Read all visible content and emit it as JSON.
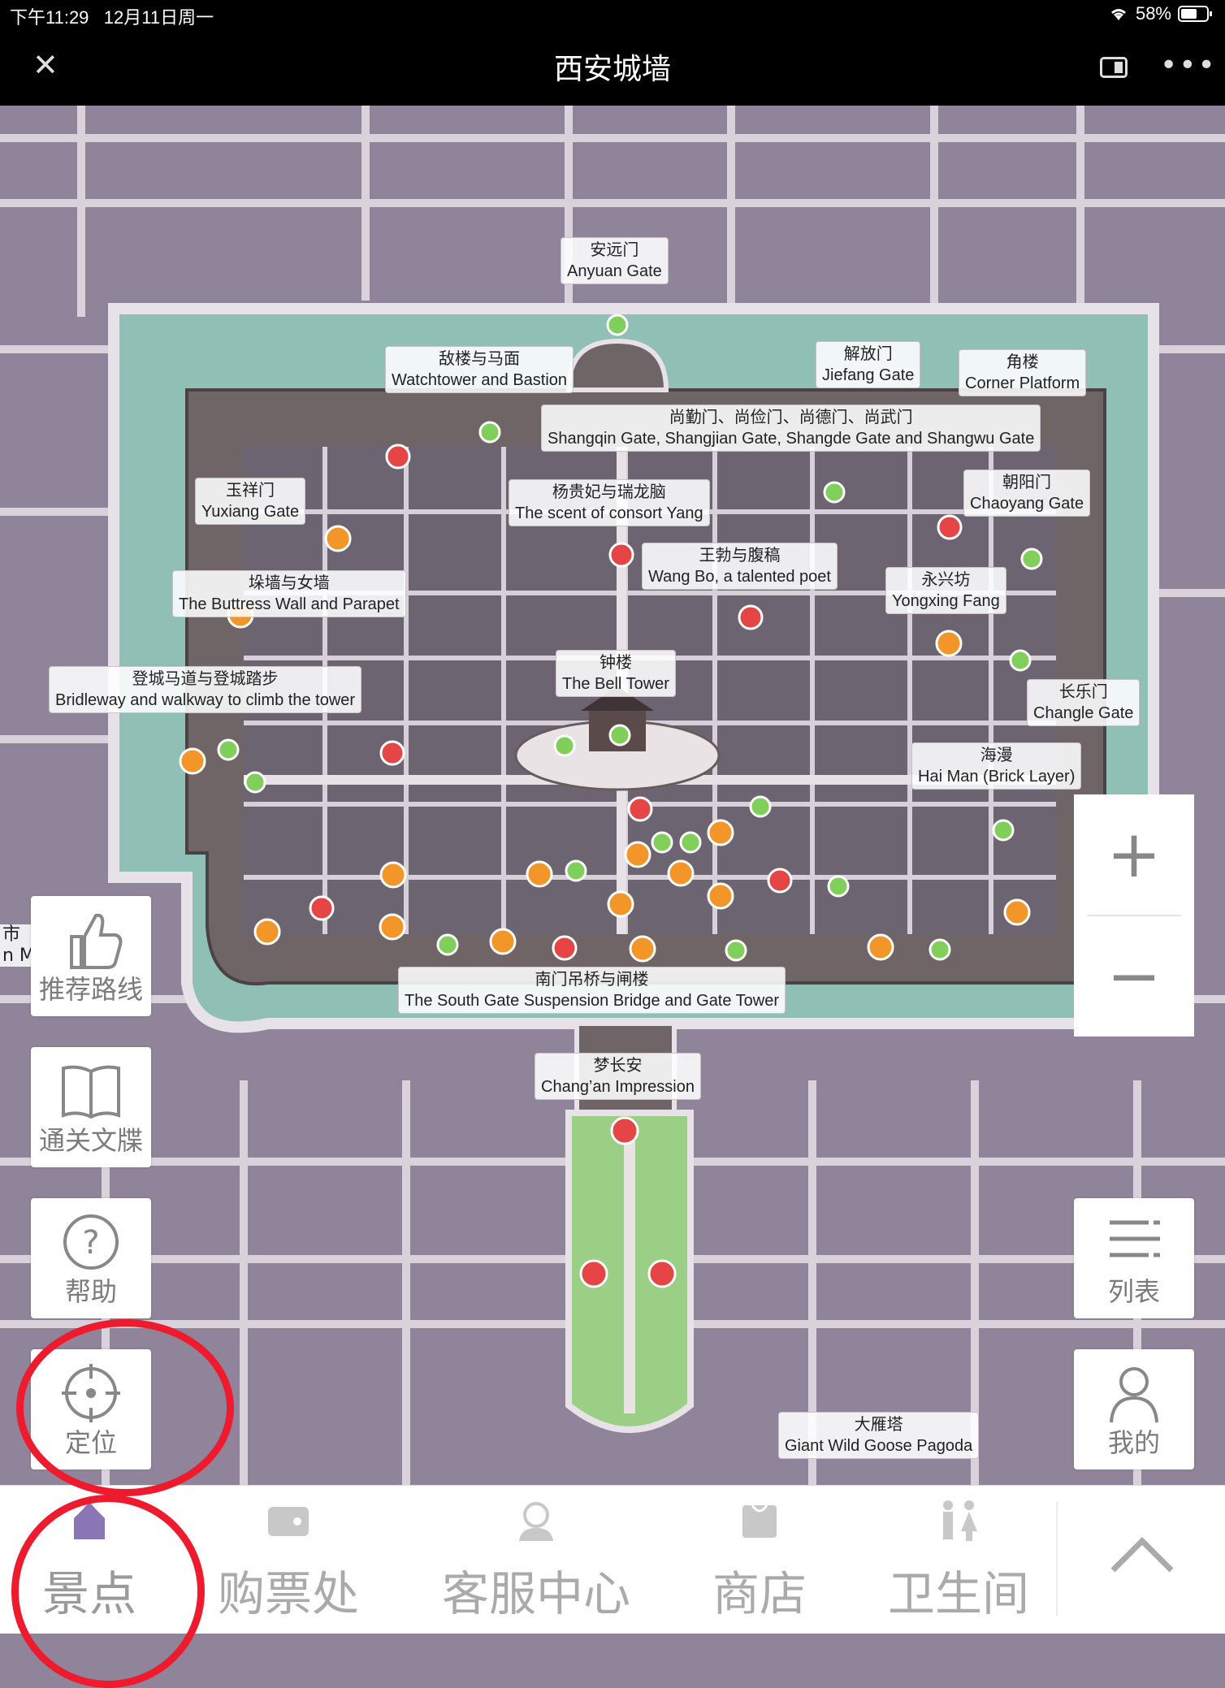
{
  "status_bar": {
    "time": "下午11:29",
    "date": "12月11日周一",
    "battery": "58%"
  },
  "nav": {
    "title": "西安城墙"
  },
  "map_labels": [
    {
      "zh": "安远门",
      "en": "Anyuan Gate"
    },
    {
      "zh": "敌楼与马面",
      "en": "Watchtower and Bastion"
    },
    {
      "zh": "解放门",
      "en": "Jiefang Gate"
    },
    {
      "zh": "角楼",
      "en": "Corner Platform"
    },
    {
      "zh": "尚勤门、尚俭门、尚德门、尚武门",
      "en": "Shangqin Gate, Shangjian Gate, Shangde Gate and Shangwu Gate"
    },
    {
      "zh": "玉祥门",
      "en": "Yuxiang Gate"
    },
    {
      "zh": "杨贵妃与瑞龙脑",
      "en": "The scent of consort Yang"
    },
    {
      "zh": "朝阳门",
      "en": "Chaoyang Gate"
    },
    {
      "zh": "王勃与腹稿",
      "en": "Wang Bo, a talented poet"
    },
    {
      "zh": "垛墙与女墙",
      "en": "The Buttress Wall and Parapet"
    },
    {
      "zh": "永兴坊",
      "en": "Yongxing Fang"
    },
    {
      "zh": "钟楼",
      "en": "The Bell Tower"
    },
    {
      "zh": "登城马道与登城踏步",
      "en": "Bridleway and walkway to climb the tower"
    },
    {
      "zh": "长乐门",
      "en": "Changle Gate"
    },
    {
      "zh": "海漫",
      "en": "Hai Man (Brick Layer)"
    },
    {
      "zh": "南门吊桥与闸楼",
      "en": "The South Gate Suspension Bridge and Gate Tower"
    },
    {
      "zh": "梦长安",
      "en": "Chang’an Impression"
    },
    {
      "zh": "大雁塔",
      "en": "Giant Wild Goose Pagoda"
    }
  ],
  "edge_text": {
    "line1": "市",
    "line2": "n Ma"
  },
  "left_panel": [
    {
      "label": "推荐路线",
      "icon": "thumbs-up-icon"
    },
    {
      "label": "通关文牒",
      "icon": "book-icon"
    },
    {
      "label": "帮助",
      "icon": "question-icon"
    },
    {
      "label": "定位",
      "icon": "locate-icon"
    }
  ],
  "right_panel": {
    "zoom_in": "+",
    "zoom_out": "−",
    "list": "列表",
    "mine": "我的"
  },
  "tabs": [
    {
      "label": "景点",
      "icon": "attraction-icon",
      "active": true
    },
    {
      "label": "购票处",
      "icon": "ticket-icon"
    },
    {
      "label": "客服中心",
      "icon": "service-icon"
    },
    {
      "label": "商店",
      "icon": "shop-icon"
    },
    {
      "label": "卫生间",
      "icon": "restroom-icon"
    }
  ],
  "colors": {
    "map_bg": "#8f8499",
    "moat": "#8fbfb5",
    "wall": "#6f6566",
    "inner": "#6c6470",
    "annotation": "#ee1b2e",
    "active_tab": "#8a76b4"
  }
}
